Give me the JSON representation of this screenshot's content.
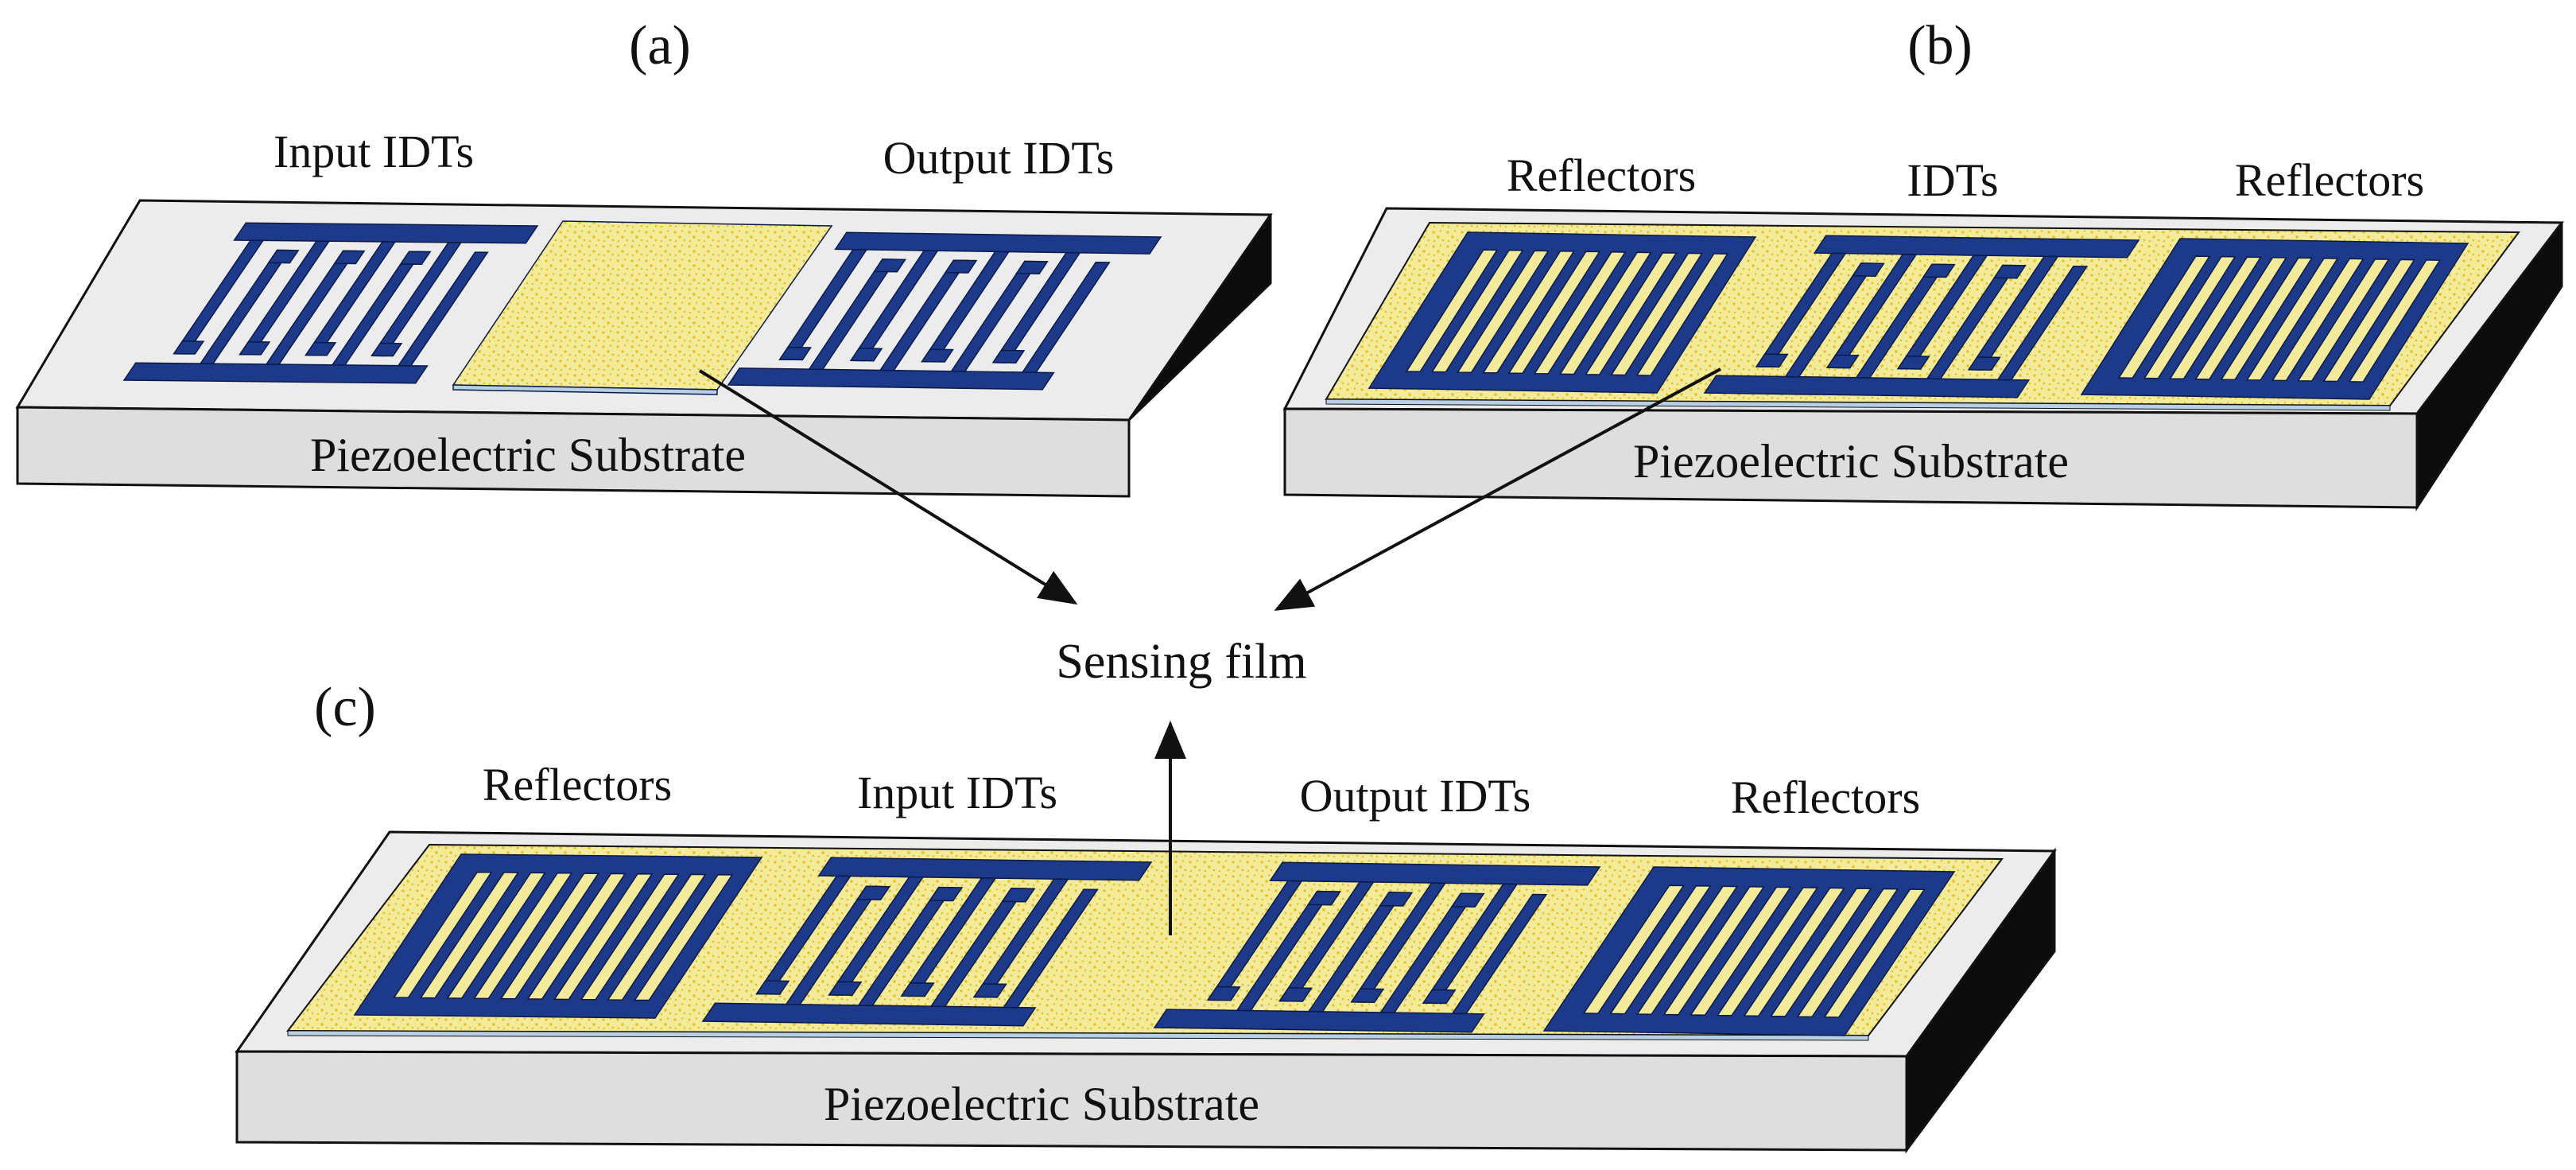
{
  "panels": {
    "a": {
      "tag": "(a)",
      "left_label": "Input IDTs",
      "right_label": "Output IDTs",
      "substrate": "Piezoelectric Substrate"
    },
    "b": {
      "tag": "(b)",
      "left_label": "Reflectors",
      "center_label": "IDTs",
      "right_label": "Reflectors",
      "substrate": "Piezoelectric Substrate"
    },
    "c": {
      "tag": "(c)",
      "label_1": "Reflectors",
      "label_2": "Input IDTs",
      "label_3": "Output IDTs",
      "label_4": "Reflectors",
      "substrate": "Piezoelectric Substrate"
    }
  },
  "sensing_film_label": "Sensing film",
  "colors": {
    "electrode": "#1d3a8a",
    "sensing_film": "#f3ea9a",
    "film_speckle": "#e1c21c",
    "substrate_top": "#ececec",
    "substrate_front": "#dedede",
    "substrate_side": "#0c0c0c",
    "outline": "#111111"
  }
}
